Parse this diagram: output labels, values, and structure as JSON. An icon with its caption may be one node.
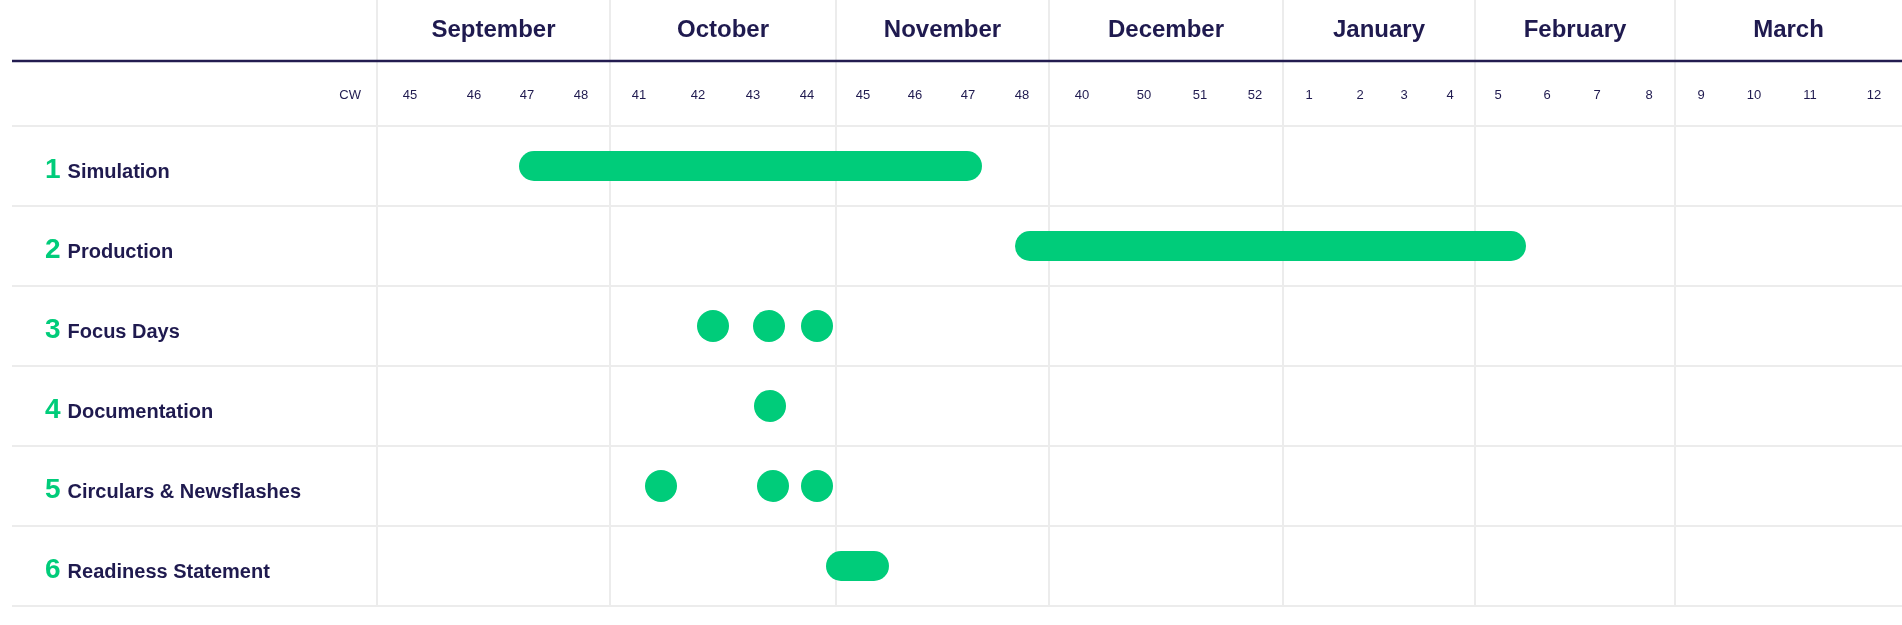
{
  "diagram": {
    "nodes": [
      {
        "text": [],
        "shape": "bar"
      },
      {
        "text": [],
        "shape": "bar"
      },
      {
        "text": [],
        "shape": "circle"
      },
      {
        "text": [],
        "shape": "circle"
      },
      {
        "text": [],
        "shape": "circle"
      },
      {
        "text": [],
        "shape": "circle"
      },
      {
        "text": [],
        "shape": "circle"
      },
      {
        "text": [],
        "shape": "circle"
      },
      {
        "text": [],
        "shape": "circle"
      },
      {
        "text": [],
        "shape": "bar"
      }
    ],
    "labels": [
      "September",
      "October",
      "November",
      "December",
      "January",
      "February",
      "March",
      "CW",
      "45",
      "46",
      "47",
      "48",
      "41",
      "42",
      "43",
      "44",
      "45",
      "46",
      "47",
      "48",
      "40",
      "50",
      "51",
      "52",
      "1",
      "2",
      "3",
      "4",
      "5",
      "6",
      "7",
      "8",
      "9",
      "10",
      "11",
      "12",
      "1",
      "Simulation",
      "2",
      "Production",
      "3",
      "Focus Days",
      "4",
      "Documentation",
      "5",
      "Circulars & Newsflashes",
      "6",
      "Readiness Statement"
    ]
  }
}
